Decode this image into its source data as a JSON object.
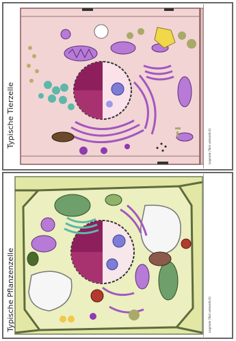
{
  "panels": {
    "animal": {
      "title": "Typische Tierzelle",
      "legend": "Legende (Text unleserlich)"
    },
    "plant": {
      "title": "Typische Pflanzenzelle",
      "legend": "Legende (Text unleserlich)"
    }
  },
  "colors": {
    "animal_bg": "#f2d4d4",
    "plant_bg": "#ecefbf",
    "nucleus_dark": "#8c1f5c",
    "nucleolus": "#7d7dd6",
    "mitochondria": "#b77ad6",
    "chloroplast": "#6f9f6a",
    "er": "#a157c0",
    "vacuole": "#f6f6f6"
  }
}
